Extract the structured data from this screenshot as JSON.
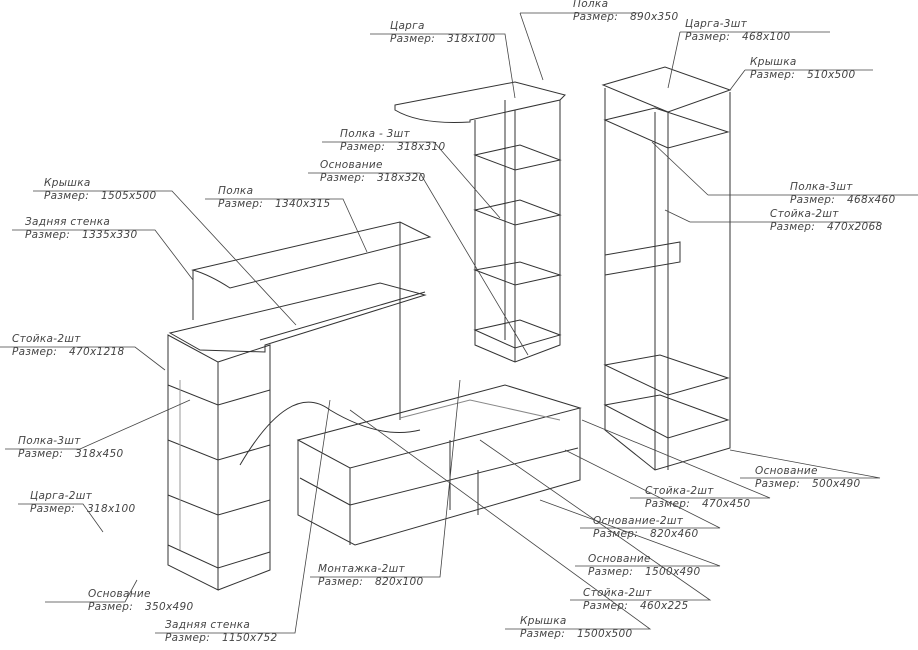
{
  "size_prefix": "Размер:",
  "labels": [
    {
      "name": "Полка",
      "size": "890x350"
    },
    {
      "name": "Царга",
      "size": "318x100"
    },
    {
      "name": "Царга-3шт",
      "size": "468x100"
    },
    {
      "name": "Крышка",
      "size": "510x500"
    },
    {
      "name": "Полка  -  3шт",
      "size": "318x310"
    },
    {
      "name": "Основание",
      "size": "318x320"
    },
    {
      "name": "Полка-3шт",
      "size": "468x460"
    },
    {
      "name": "Стойка-2шт",
      "size": "470x2068"
    },
    {
      "name": "Крышка",
      "size": "1505x500"
    },
    {
      "name": "Полка",
      "size": "1340x315"
    },
    {
      "name": "Задняя  стенка",
      "size": "1335x330"
    },
    {
      "name": "Стойка-2шт",
      "size": "470x1218"
    },
    {
      "name": "Полка-3шт",
      "size": "318x450"
    },
    {
      "name": "Царга-2шт",
      "size": "318x100"
    },
    {
      "name": "Основание",
      "size": "350x490"
    },
    {
      "name": "Задняя  стенка",
      "size": "1150x752"
    },
    {
      "name": "Монтажка-2шт",
      "size": "820x100"
    },
    {
      "name": "Крышка",
      "size": "1500x500"
    },
    {
      "name": "Стойка-2шт",
      "size": "460x225"
    },
    {
      "name": "Основание",
      "size": "1500x490"
    },
    {
      "name": "Основание-2шт",
      "size": "820x460"
    },
    {
      "name": "Стойка-2шт",
      "size": "470x450"
    },
    {
      "name": "Основание",
      "size": "500x490"
    }
  ]
}
